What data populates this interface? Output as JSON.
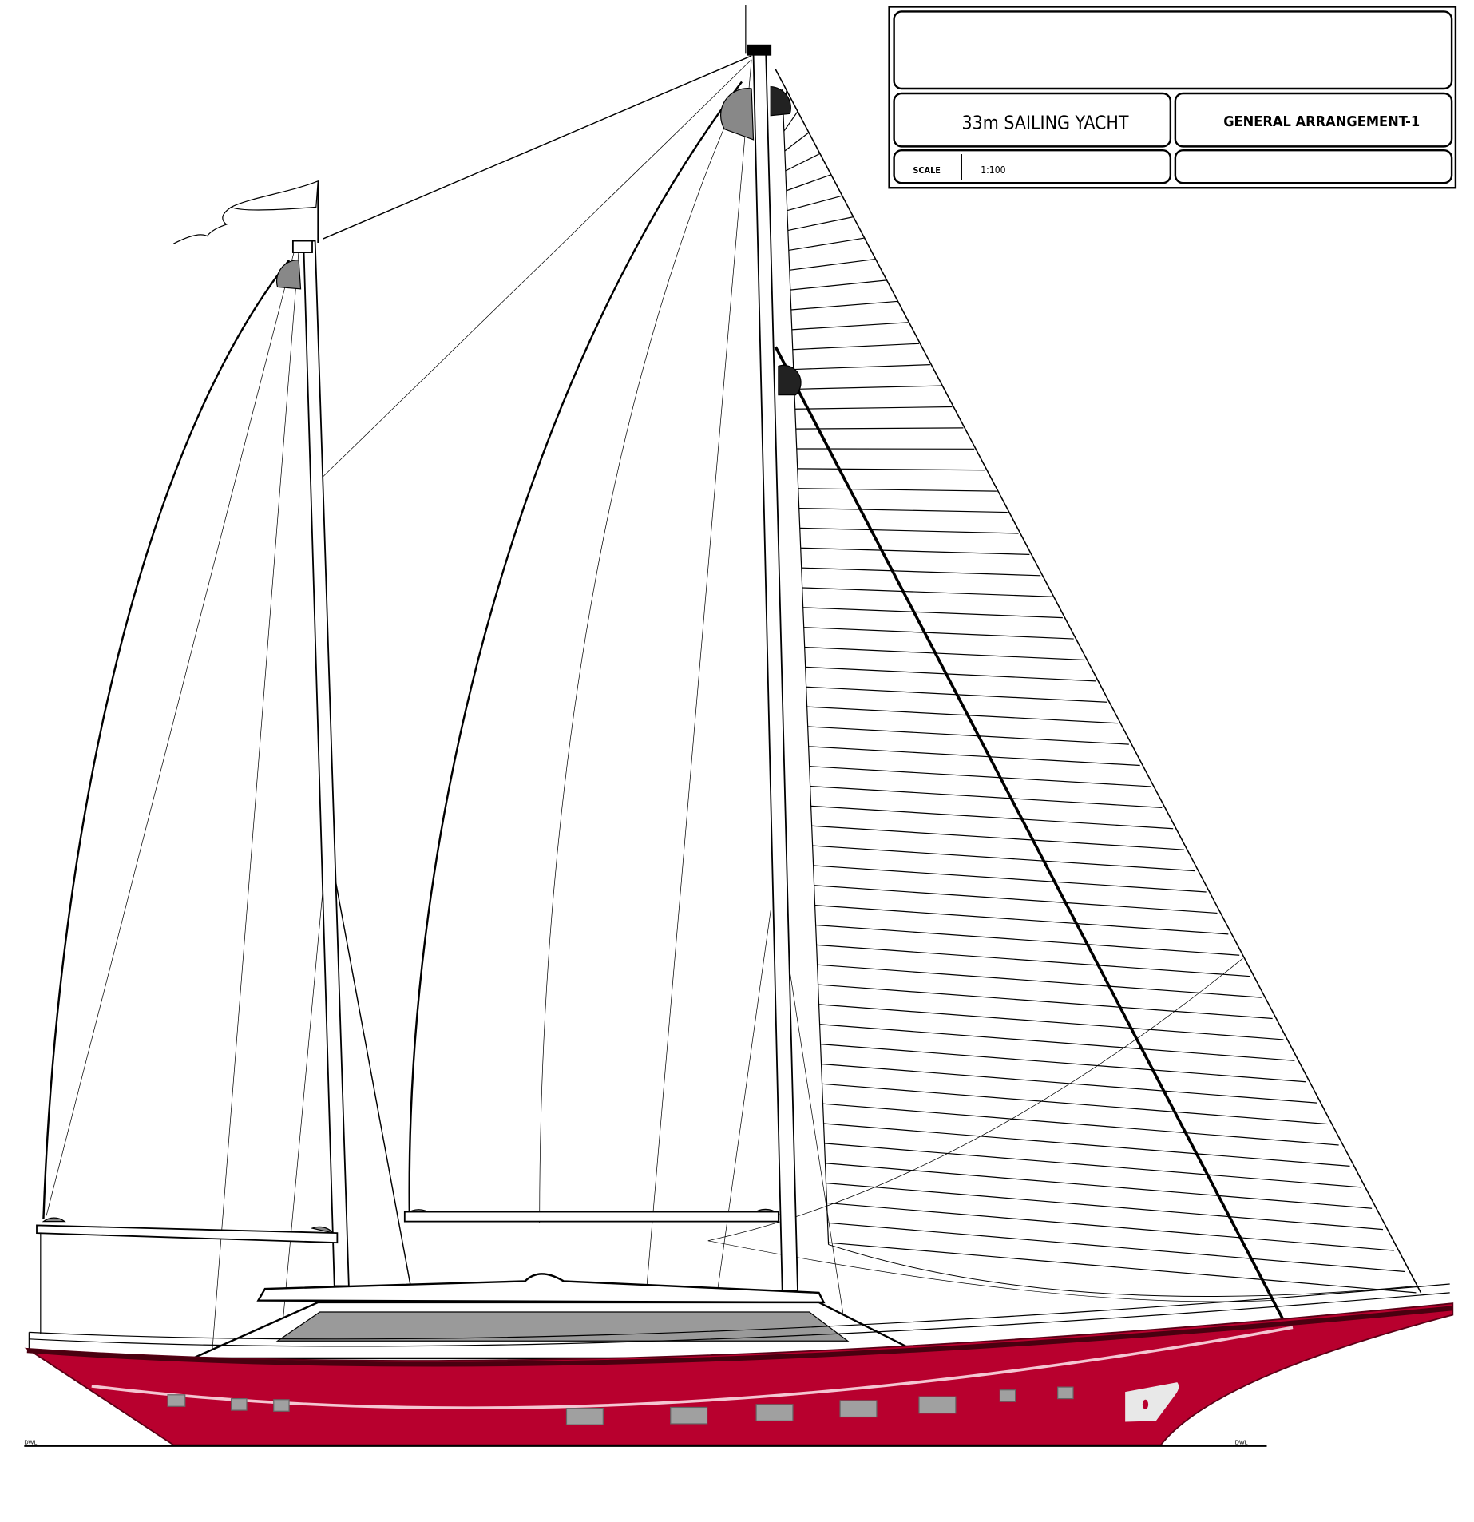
{
  "title_block": {
    "project": "33m SAILING YACHT",
    "drawing": "GENERAL ARRANGEMENT-1",
    "scale_label": "SCALE",
    "scale_value": "1:100"
  },
  "waterline": {
    "label_aft": "DWL",
    "label_fwd": "DWL"
  },
  "colors": {
    "hull": "#b8002e",
    "deckhouse_glass": "#9a9a9a",
    "porthole": "#a0a0a0",
    "stripe": "#f4c6d2"
  }
}
